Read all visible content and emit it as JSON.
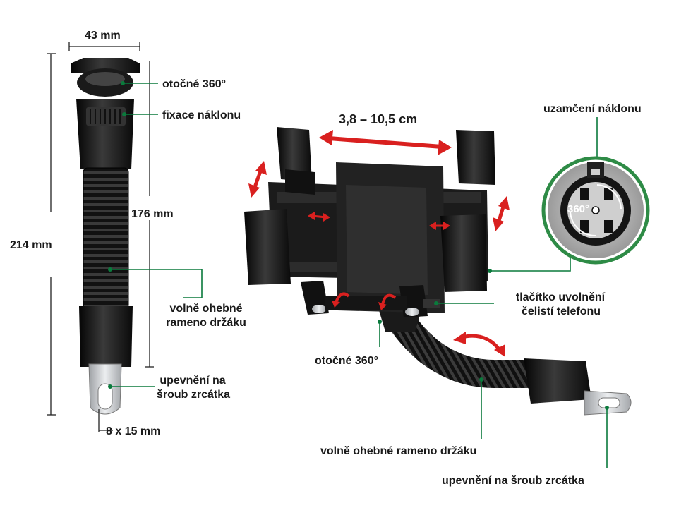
{
  "colors": {
    "leader_line": "#0a7a3c",
    "dimension_line": "#222222",
    "arrow": "#d9201f",
    "plastic": "#161616",
    "metal": "#c9cbce",
    "rubber_pad": "#2b2b2b",
    "detail_ring": "#2e8b46"
  },
  "icons": {
    "rotate_arrow": "curved-red-arrow",
    "stretch_arrow": "double-red-arrow"
  },
  "left_view": {
    "width_dim": "43 mm",
    "total_length_dim": "214 mm",
    "arm_length_dim": "176 mm",
    "slot_dim": "8 x 15 mm",
    "label_swivel": "otočné 360°",
    "label_tilt_lock": "fixace náklonu",
    "label_arm_line1": "volně ohebné",
    "label_arm_line2": "rameno držáku",
    "label_mount_line1": "upevnění na",
    "label_mount_line2": "šroub zrcátka"
  },
  "right_view": {
    "jaw_range": "3,8 – 10,5 cm",
    "label_tilt_lock": "uzamčení náklonu",
    "detail_rotation": "360°",
    "label_release_line1": "tlačítko uvolnění",
    "label_release_line2": "čelistí telefonu",
    "label_swivel": "otočné 360°",
    "label_arm": "volně ohebné rameno držáku",
    "label_mount": "upevnění na šroub zrcátka"
  }
}
